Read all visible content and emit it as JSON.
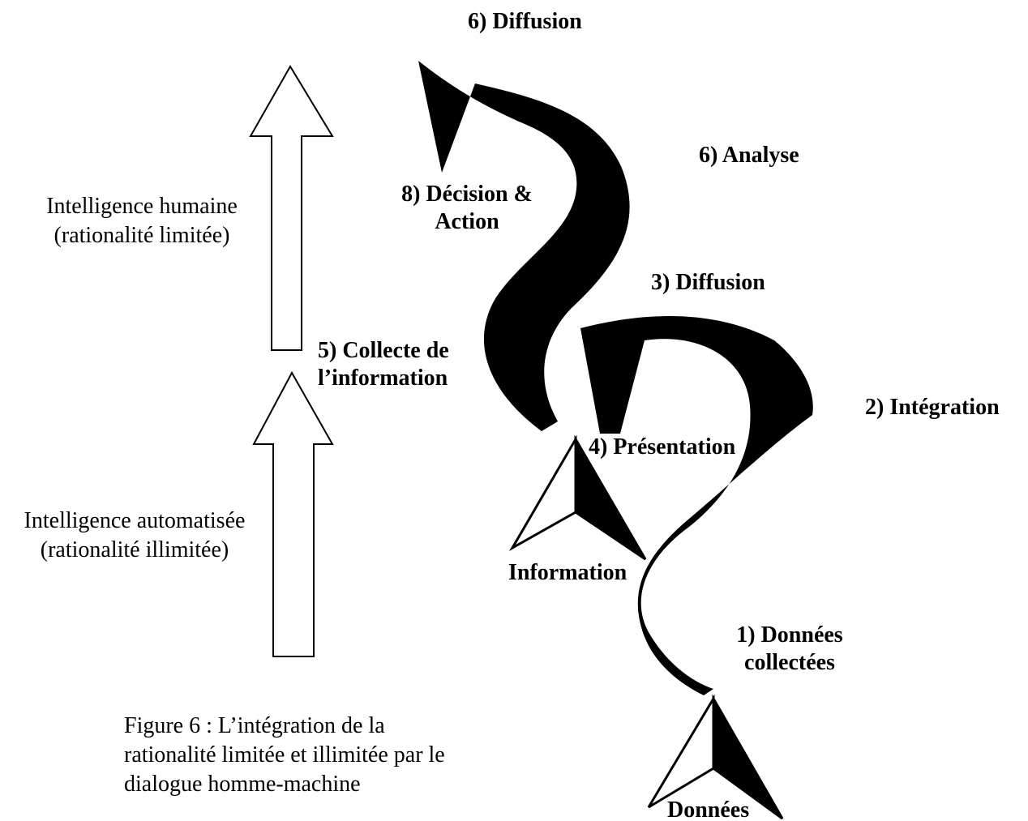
{
  "colors": {
    "ink": "#000000",
    "paper": "#ffffff"
  },
  "left_labels": {
    "human": {
      "line1": "Intelligence humaine",
      "line2": "(rationalité limitée)"
    },
    "automated": {
      "line1": "Intelligence automatisée",
      "line2": "(rationalité illimitée)"
    }
  },
  "upper_cycle": {
    "collect": {
      "line1": "5) Collecte de",
      "line2": "l’information"
    },
    "analysis": "6) Analyse",
    "diffusion": "6) Diffusion",
    "decision": {
      "line1": "8) Décision &",
      "line2": "Action"
    }
  },
  "lower_cycle": {
    "data": {
      "line1": "1) Données",
      "line2": "collectées"
    },
    "integration": "2) Intégration",
    "diffusion": "3) Diffusion",
    "presentation": "4) Présentation"
  },
  "markers": {
    "information": "Information",
    "donnees": "Données"
  },
  "caption": {
    "line1": "Figure 6 : L’intégration de la",
    "line2": "rationalité limitée et illimitée par le",
    "line3": "dialogue homme-machine"
  },
  "icons": [
    "hollow-up-arrow-icon",
    "question-mark-shape-icon",
    "split-triangle-marker-icon"
  ]
}
